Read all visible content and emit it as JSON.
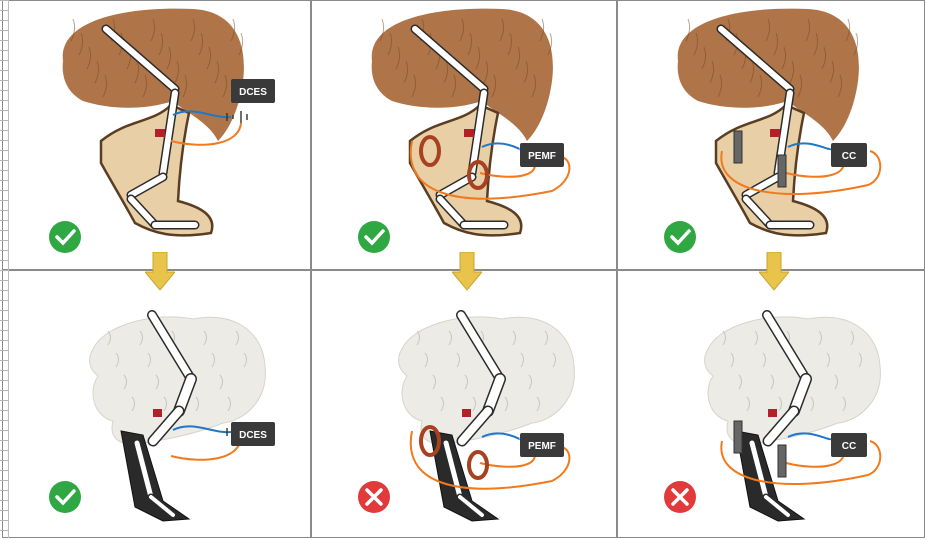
{
  "colors": {
    "fur_dog": "#a8693a",
    "fur_horse": "#ecebe6",
    "skin": "#e9cfa6",
    "outline": "#5a3d22",
    "blue_wire": "#1f77c9",
    "orange_wire": "#f07a1e",
    "device_box": "#3a3a3a",
    "device_text": "#ffffff",
    "fracture": "#b2202a",
    "coil": "#a8411f",
    "check": "#2fa843",
    "cross": "#e23a3a",
    "arrow": "#e8c44b"
  },
  "panels": [
    {
      "id": "dog-dces",
      "species": "dog",
      "device": "dces",
      "label": "DCES",
      "result": "check",
      "result_icon": "checkmark-icon"
    },
    {
      "id": "dog-pemf",
      "species": "dog",
      "device": "pemf",
      "label": "PEMF",
      "result": "check",
      "result_icon": "checkmark-icon"
    },
    {
      "id": "dog-cc",
      "species": "dog",
      "device": "cc",
      "label": "CC",
      "result": "check",
      "result_icon": "checkmark-icon"
    },
    {
      "id": "horse-dces",
      "species": "horse",
      "device": "dces",
      "label": "DCES",
      "result": "check",
      "result_icon": "checkmark-icon"
    },
    {
      "id": "horse-pemf",
      "species": "horse",
      "device": "pemf",
      "label": "PEMF",
      "result": "cross",
      "result_icon": "cross-icon"
    },
    {
      "id": "horse-cc",
      "species": "horse",
      "device": "cc",
      "label": "CC",
      "result": "cross",
      "result_icon": "cross-icon"
    }
  ],
  "arrows": [
    {
      "column": 1,
      "icon": "down-arrow-icon"
    },
    {
      "column": 2,
      "icon": "down-arrow-icon"
    },
    {
      "column": 3,
      "icon": "down-arrow-icon"
    }
  ]
}
